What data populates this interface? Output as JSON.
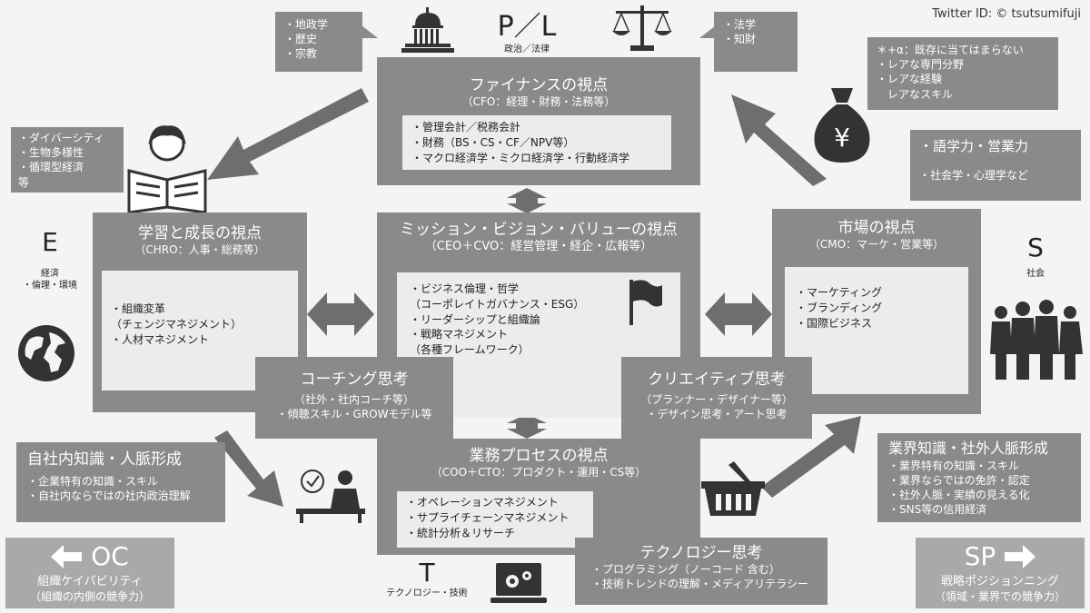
{
  "twitter": "Twitter ID: © tsutsumifuji",
  "pl": {
    "letter": "P／L",
    "caption": "政治／法律"
  },
  "e": {
    "letter": "E",
    "caption1": "経済",
    "caption2": "・倫理・環境"
  },
  "s": {
    "letter": "S",
    "caption": "社会"
  },
  "t": {
    "letter": "T",
    "caption": "テクノロジー・技術"
  },
  "politics_callout": [
    "・地政学",
    "・歴史",
    "・宗教"
  ],
  "law_callout": [
    "・法学",
    "・知財"
  ],
  "alpha_callout": [
    "＊+α：既存に当てはまらない",
    "・レアな専門分野",
    "・レアな経験",
    "・レアなスキル"
  ],
  "language_callout": {
    "title": "・語学力・営業力",
    "sub": "・社会学・心理学など"
  },
  "diversity_callout": [
    "・ダイバーシティ",
    "・生物多様性",
    "・循環型経済",
    "等"
  ],
  "finance": {
    "title": "ファイナンスの視点",
    "sub": "（CFO：経理・財務・法務等）",
    "items": [
      "・管理会計／税務会計",
      "・財務（BS・CS・CF／NPV等）",
      "・マクロ経済学・ミクロ経済学・行動経済学"
    ]
  },
  "learning": {
    "title": "学習と成長の視点",
    "sub": "（CHRO：人事・総務等）",
    "items": [
      "・組織変革",
      "（チェンジマネジメント）",
      "・人材マネジメント"
    ]
  },
  "mission": {
    "title": "ミッション・ビジョン・バリューの視点",
    "sub": "（CEO＋CVO：経営管理・経企・広報等）",
    "items": [
      "・ビジネス倫理・哲学",
      "（コーポレイトガバナンス・ESG）",
      "・リーダーシップと組織論",
      "・戦略マネジメント",
      "（各種フレームワーク）"
    ]
  },
  "market": {
    "title": "市場の視点",
    "sub": "（CMO：マーケ・営業等）",
    "items": [
      "・マーケティング",
      "・ブランディング",
      "・国際ビジネス"
    ]
  },
  "coaching": {
    "title": "コーチング思考",
    "sub": "（社外・社内コーチ等）",
    "item": "・傾聴スキル・GROWモデル等"
  },
  "creative": {
    "title": "クリエイティブ思考",
    "sub": "（プランナー・デザイナー等）",
    "item": "・デザイン思考・アート思考"
  },
  "business": {
    "title": "業務プロセスの視点",
    "sub": "（COO＋CTO：プロダクト・運用・CS等）",
    "items": [
      "・オペレーションマネジメント",
      "・サプライチェーンマネジメント",
      "・統計分析＆リサーチ"
    ]
  },
  "tech": {
    "title": "テクノロジー思考",
    "items": [
      "・プログラミング（ノーコード 含む）",
      "・技術トレンドの理解・メディアリテラシー"
    ]
  },
  "internal": {
    "title": "自社内知識・人脈形成",
    "items": [
      "・企業特有の知識・スキル",
      "・自社内ならではの社内政治理解"
    ]
  },
  "industry": {
    "title": "業界知識・社外人脈形成",
    "items": [
      "・業界特有の知識・スキル",
      "・業界ならではの免許・認定",
      "・社外人脈・実績の見える化",
      "・SNS等の信用経済"
    ]
  },
  "oc": {
    "code": "OC",
    "label": "組織ケイパビリティ",
    "sub": "（組織の内側の競争力）"
  },
  "sp": {
    "code": "SP",
    "label": "戦略ポジションニング",
    "sub": "（領域・業界での競争力）"
  },
  "colors": {
    "box": "#8a8a8a",
    "inner": "#ececec",
    "icon": "#333333",
    "arrow": "#6e6e6e",
    "bg": "#f4f4f4"
  },
  "icons": [
    "capitol-icon",
    "scales-icon",
    "money-bag-icon",
    "reader-icon",
    "globe-icon",
    "crowd-icon",
    "flag-icon",
    "worker-icon",
    "basket-icon",
    "laptop-gears-icon"
  ]
}
